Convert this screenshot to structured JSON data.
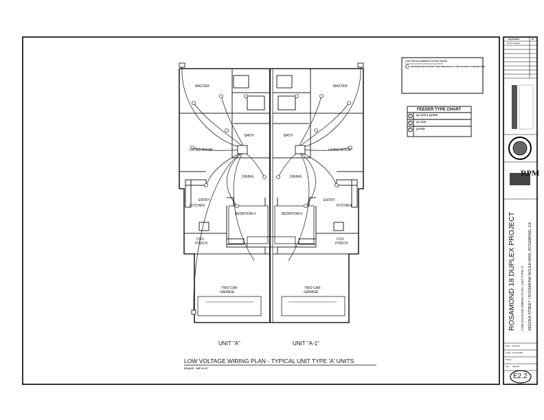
{
  "plan": {
    "title": "LOW VOLTAGE WIRING PLAN - TYPICAL UNIT TYPE 'A' UNITS",
    "scale": "SCALE : 1/8\"=1'-0\"",
    "unit_left": "UNIT \"A\"",
    "unit_right": "UNIT \"A-1\"",
    "rooms_left": {
      "master": "MASTER",
      "living": "LIVING ROOM",
      "dining": "DINING",
      "entry": "ENTRY",
      "kitchen": "KITCHEN",
      "bedroom": "BEDROOM II",
      "porch1": "COV.",
      "porch2": "PORCH",
      "garage1": "TWO CAR",
      "garage2": "GARAGE",
      "bath": "BATH"
    },
    "rooms_right": {
      "master": "MASTER",
      "living": "LIVING ROOM",
      "dining": "DINING",
      "entry": "ENTRY",
      "kitchen": "KITCHEN",
      "bedroom": "BEDROOM II",
      "porch1": "COV.",
      "porch2": "PORCH",
      "garage1": "TWO CAR",
      "garage2": "GARAGE",
      "bath": "BATH"
    }
  },
  "feeder_chart": {
    "title": "FEEDER TYPE CHART",
    "rows": [
      {
        "num": "1",
        "text": "(2) CAT6 & (2) RG6"
      },
      {
        "num": "2",
        "text": "(2) CAT6"
      },
      {
        "num": "3",
        "text": "(2) RG6"
      }
    ]
  },
  "notes_box": {
    "heading": "LOW VOLTAGE WIRING PLAN KEY NOTES",
    "num": "1",
    "text": "MOUNTED NEW NOTED JUNCTION BOX BY LOW VOLTAGE CONTRACTOR"
  },
  "title_block": {
    "revisions": "REVISIONS",
    "by": "BY",
    "plan_check": "PLAN CHECK",
    "project": "ROSAMOND 18 DUPLEX PROJECT",
    "sheet_desc": "LOW VOLTAGE WIRING PLAN- UNIT TYPE 'A'",
    "address": "SEDONA STREET / ROSAMOND BOULEVARD, ROSAMOND, CA.",
    "firm": "RPM",
    "date_label": "Date:",
    "date": "10/01/21",
    "scale_label": "Scale:",
    "scale": "AS NOTED",
    "drawn_label": "Drawn:",
    "job_label": "Job:",
    "job": "202115",
    "sheet": "E2.2"
  }
}
